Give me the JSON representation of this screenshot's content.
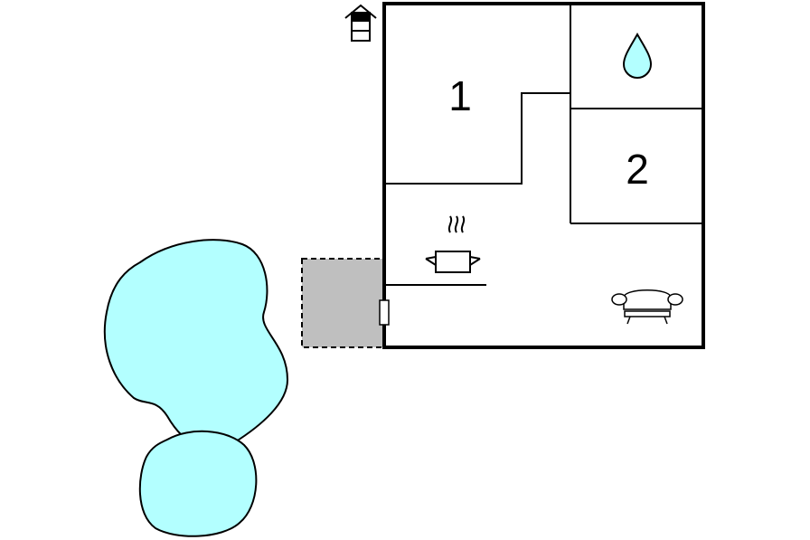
{
  "floorplan": {
    "rooms": [
      {
        "id": "bedroom-1",
        "label": "1"
      },
      {
        "id": "bedroom-2",
        "label": "2"
      }
    ],
    "icons": [
      {
        "name": "entrance-icon",
        "meaning": "entrance"
      },
      {
        "name": "water-drop-icon",
        "meaning": "bathroom"
      },
      {
        "name": "cooking-pot-icon",
        "meaning": "kitchen"
      },
      {
        "name": "sofa-icon",
        "meaning": "living room"
      }
    ]
  },
  "colors": {
    "wall": "#000000",
    "pond": "#b3ffff",
    "terrace": "#bfbfbf",
    "background": "#ffffff",
    "water_drop": "#b3ffff"
  }
}
